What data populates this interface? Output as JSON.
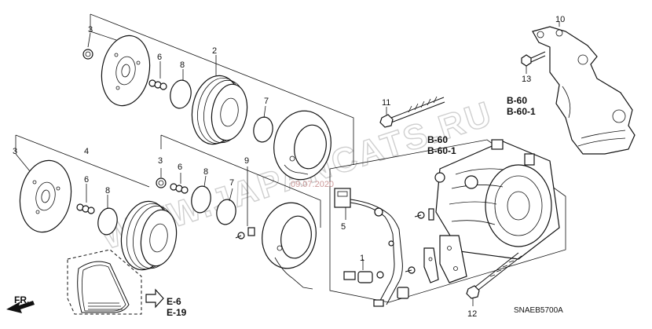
{
  "watermark": "WWW.JAPANCATS.RU",
  "date_stamp": "09.07.2020",
  "diagram_code": "SNAEB5700A",
  "direction_label": "FR.",
  "callouts": {
    "c1": "1",
    "c2": "2",
    "c3a": "3",
    "c3b": "3",
    "c3c": "3",
    "c4": "4",
    "c5": "5",
    "c6a": "6",
    "c6b": "6",
    "c6c": "6",
    "c7a": "7",
    "c7b": "7",
    "c8a": "8",
    "c8b": "8",
    "c8c": "8",
    "c9": "9",
    "c10": "10",
    "c11": "11",
    "c12": "12",
    "c13": "13"
  },
  "refs": {
    "b60_top": "B-60",
    "b60_1_top": "B-60-1",
    "b60_mid": "B-60",
    "b60_1_mid": "B-60-1",
    "e6": "E-6",
    "e19": "E-19"
  }
}
